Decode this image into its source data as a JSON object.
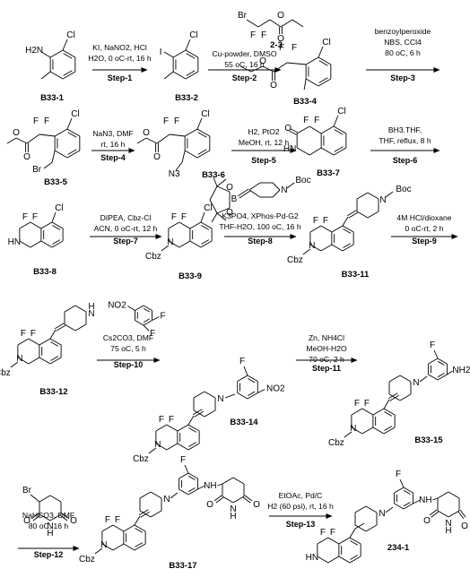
{
  "compounds": [
    {
      "id": "B33-1",
      "label": "B33-1"
    },
    {
      "id": "B33-2",
      "label": "B33-2"
    },
    {
      "id": "2-3",
      "label": "2-3"
    },
    {
      "id": "B33-4",
      "label": "B33-4"
    },
    {
      "id": "B33-5",
      "label": "B33-5"
    },
    {
      "id": "B33-6",
      "label": "B33-6"
    },
    {
      "id": "B33-7",
      "label": "B33-7"
    },
    {
      "id": "B33-8",
      "label": "B33-8"
    },
    {
      "id": "B33-9",
      "label": "B33-9"
    },
    {
      "id": "B33-11",
      "label": "B33-11"
    },
    {
      "id": "B33-12",
      "label": "B33-12"
    },
    {
      "id": "B33-14",
      "label": "B33-14"
    },
    {
      "id": "B33-15",
      "label": "B33-15"
    },
    {
      "id": "B33-17",
      "label": "B33-17"
    },
    {
      "id": "234-1",
      "label": "234-1"
    }
  ],
  "steps": [
    {
      "name": "Step-1",
      "conditions": [
        "KI, NaNO2, HCl",
        "H2O, 0 oC-rt, 16 h"
      ]
    },
    {
      "name": "Step-2",
      "conditions": [
        "Cu-powder, DMSO",
        "55 oC, 16 h"
      ]
    },
    {
      "name": "Step-3",
      "conditions": [
        "benzoylperoxide",
        "NBS, CCl4",
        "80 oC, 6 h"
      ]
    },
    {
      "name": "Step-4",
      "conditions": [
        "NaN3, DMF",
        "rt, 16 h"
      ]
    },
    {
      "name": "Step-5",
      "conditions": [
        "H2, PtO2",
        "MeOH, rt, 12 h"
      ]
    },
    {
      "name": "Step-6",
      "conditions": [
        "BH3.THF,",
        "THF, reflux, 8 h"
      ]
    },
    {
      "name": "Step-7",
      "conditions": [
        "DIPEA, Cbz-Cl",
        "ACN, 0 oC-rt, 12 h"
      ]
    },
    {
      "name": "Step-8",
      "conditions": [
        "K3PO4, XPhos-Pd-G2",
        "THF-H2O, 100 oC, 16 h"
      ]
    },
    {
      "name": "Step-9",
      "conditions": [
        "4M HCl/dioxane",
        "0 oC-rt, 2 h"
      ]
    },
    {
      "name": "Step-10",
      "conditions": [
        "Cs2CO3, DMF",
        "75 oC, 5 h"
      ]
    },
    {
      "name": "Step-11",
      "conditions": [
        "Zn, NH4Cl",
        "MeOH-H2O",
        "70 oC, 2 h"
      ]
    },
    {
      "name": "Step-12",
      "conditions": [
        "NaHCO3, DMF",
        "80 oC, 16 h"
      ]
    },
    {
      "name": "Step-13",
      "conditions": [
        "EtOAc, Pd/C",
        "H2 (60 psi), rt, 16 h"
      ]
    }
  ],
  "atoms": {
    "Cl": "Cl",
    "I": "I",
    "F": "F",
    "O": "O",
    "N": "N",
    "H": "H",
    "Br": "Br",
    "B": "B",
    "Boc": "Boc",
    "Cbz": "Cbz",
    "NO2": "NO2",
    "NH2": "NH2",
    "N3": "N3",
    "HN": "HN",
    "H2N": "H2N",
    "NH": "NH"
  }
}
